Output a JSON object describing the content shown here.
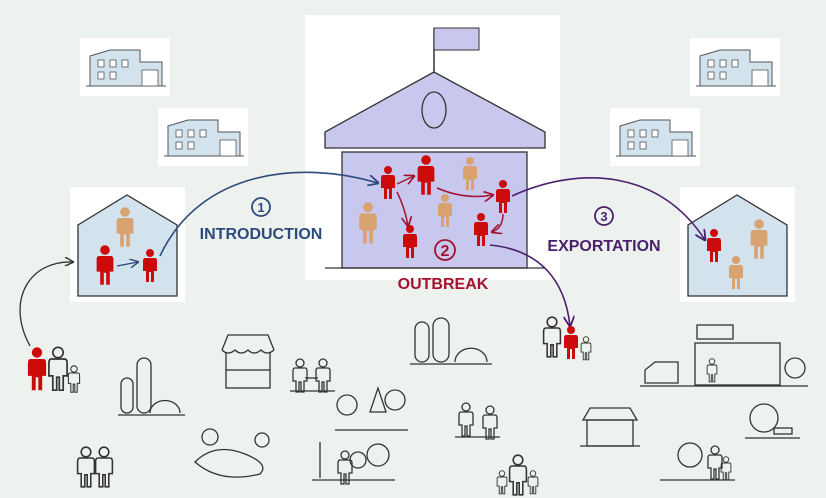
{
  "labels": {
    "step1_number": "1",
    "step1": "INTRODUCTION",
    "step2_number": "2",
    "step2": "OUTBREAK",
    "step3_number": "3",
    "step3": "EXPORTATION"
  },
  "colors": {
    "introduction": "#2d4a7c",
    "outbreak": "#a3122e",
    "exportation": "#4a1f6e",
    "infected": "#cc0a0a",
    "healthy": "#d8a271",
    "school_fill": "#c8c8ee",
    "home_fill": "#d3e3ee"
  }
}
